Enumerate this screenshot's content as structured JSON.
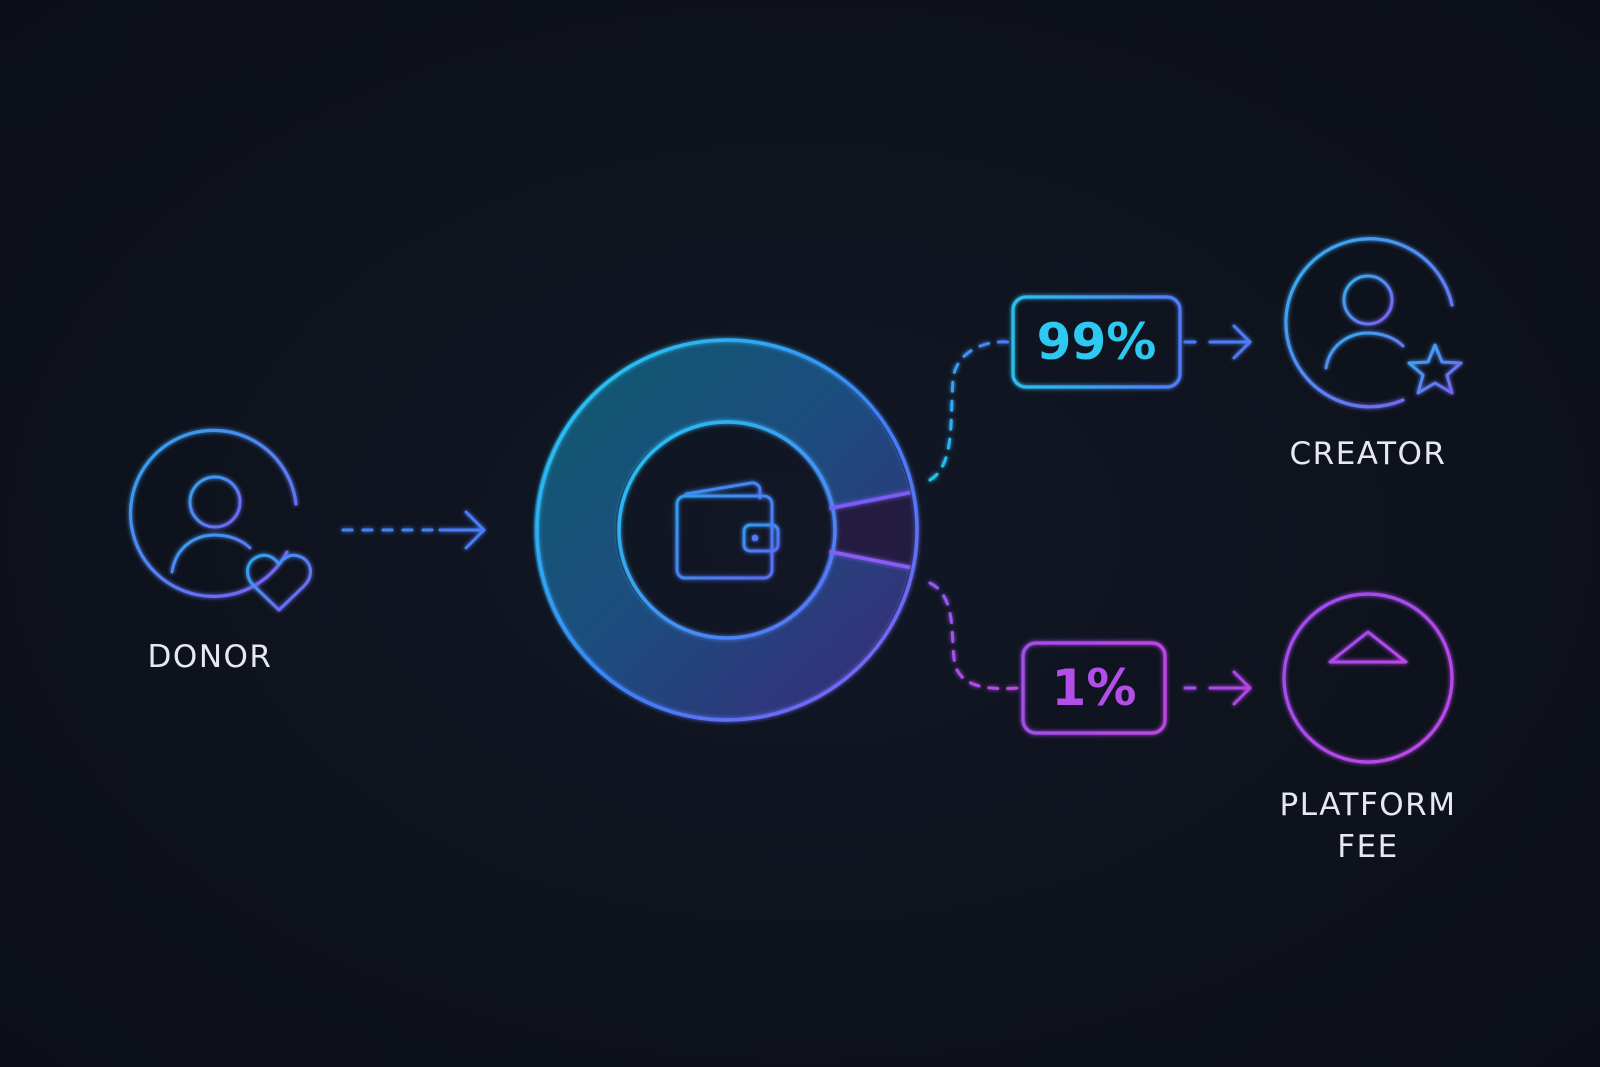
{
  "nodes": {
    "donor": {
      "label": "DONOR",
      "icon": "user-heart-icon"
    },
    "wallet": {
      "icon": "wallet-icon"
    },
    "creator": {
      "label": "CREATOR",
      "icon": "user-star-icon"
    },
    "platform_fee": {
      "label_line1": "PLATFORM",
      "label_line2": "FEE",
      "icon": "bank-icon"
    }
  },
  "split": {
    "creator_share": {
      "text": "99%",
      "value": 99
    },
    "platform_share": {
      "text": "1%",
      "value": 1
    }
  },
  "colors": {
    "background": "#0e121c",
    "cyan": "#22d3ee",
    "blue": "#4a7bf7",
    "violet": "#8b5cf6",
    "magenta": "#b045e6",
    "label_text": "#e6e9f2"
  }
}
